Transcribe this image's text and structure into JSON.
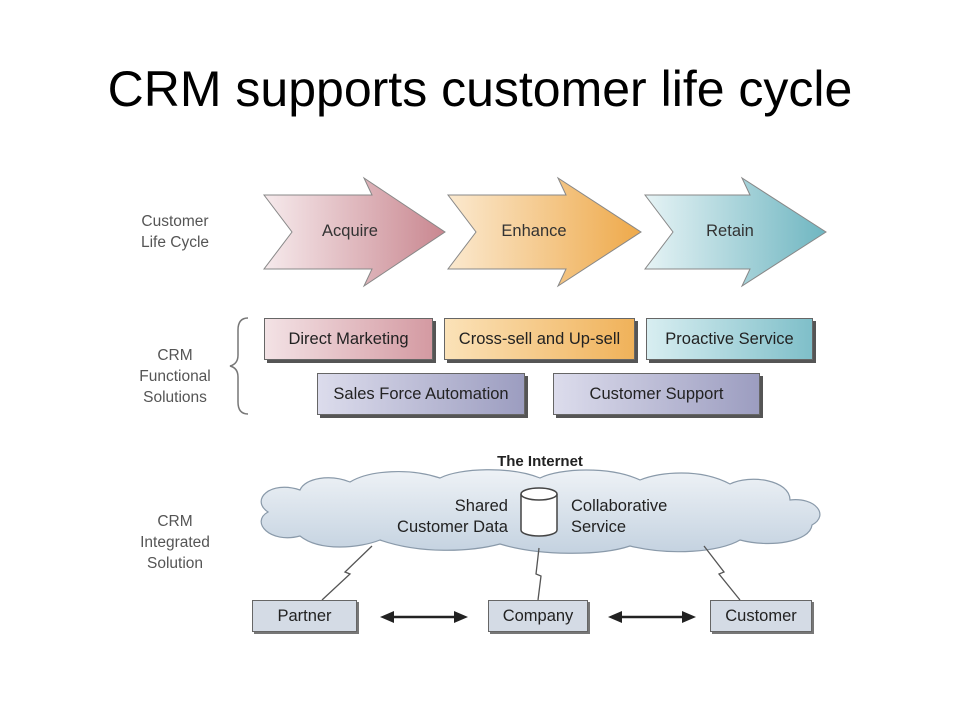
{
  "title": "CRM supports customer life cycle",
  "row_labels": {
    "lifecycle": [
      "Customer",
      "Life Cycle"
    ],
    "functional": [
      "CRM",
      "Functional",
      "Solutions"
    ],
    "integrated": [
      "CRM",
      "Integrated",
      "Solution"
    ]
  },
  "lifecycle_stages": [
    "Acquire",
    "Enhance",
    "Retain"
  ],
  "functional_solutions": {
    "row1": [
      "Direct Marketing",
      "Cross-sell and Up-sell",
      "Proactive Service"
    ],
    "row2": [
      "Sales Force Automation",
      "Customer Support"
    ]
  },
  "integrated": {
    "cloud_title": "The Internet",
    "shared_data": [
      "Shared",
      "Customer Data"
    ],
    "collab": [
      "Collaborative",
      "Service"
    ],
    "nodes": [
      "Partner",
      "Company",
      "Customer"
    ]
  },
  "colors": {
    "acquire": "#d9a3aa",
    "enhance": "#f2bc6b",
    "retain": "#8ec7cf",
    "purple": "#9fa0c0",
    "cloud": "#d6e0ea",
    "node": "#d4dbe5"
  }
}
